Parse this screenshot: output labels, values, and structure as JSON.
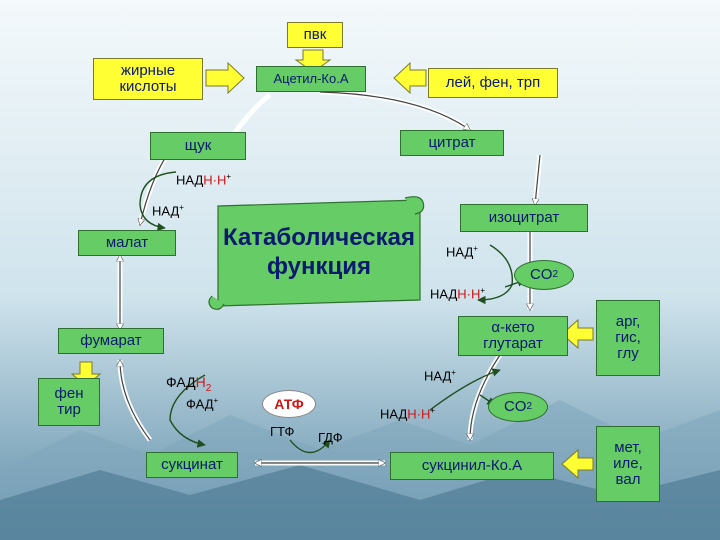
{
  "pvk": "пвк",
  "fatty_acids": [
    "жирные",
    "кислоты"
  ],
  "acetyl_coa": "Ацетил-Ко.А",
  "lei_fen_trp": "лей, фен, трп",
  "citrate": "цитрат",
  "shchuk": "щук",
  "isocitrate": "изоцитрат",
  "malate": "малат",
  "fumarate": "фумарат",
  "alpha_ketoglutarate": [
    "α-кето",
    "глутарат"
  ],
  "fen_tir": [
    "фен",
    "тир"
  ],
  "arg_gis_glu": [
    "арг,",
    "гис,",
    "глу"
  ],
  "met_ile_val": [
    "мет,",
    "иле,",
    "вал"
  ],
  "succinate": "сукцинат",
  "succinyl_coa": "сукцинил-Ко.А",
  "catabolic_function": [
    "Катаболическая",
    "функция"
  ],
  "nad_plus": "НАД",
  "nadh_prefix": "НАД",
  "nadh_red": "Н·Н",
  "plus": "+",
  "co2": "CO",
  "two": "2",
  "fadh2_prefix": "ФАД",
  "fadh2_red": "Н",
  "fad": "ФАД",
  "atf": "АТФ",
  "gtf": "ГТФ",
  "gdf": "ГДФ",
  "colors": {
    "yellow": "#ffff33",
    "green": "#66cc66",
    "title_blue": "#0a1a6e",
    "red": "#d01515"
  }
}
